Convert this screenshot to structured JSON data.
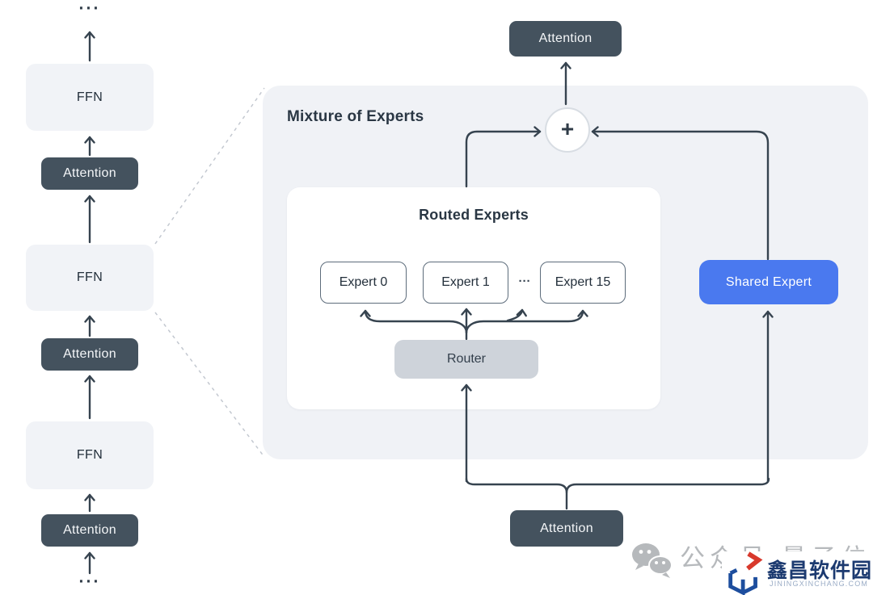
{
  "left_stack": {
    "ellipsis_top": "···",
    "ellipsis_bottom": "···",
    "blocks": [
      {
        "label": "FFN"
      },
      {
        "label": "Attention"
      },
      {
        "label": "FFN"
      },
      {
        "label": "Attention"
      },
      {
        "label": "FFN"
      },
      {
        "label": "Attention"
      }
    ]
  },
  "moe": {
    "title": "Mixture of Experts",
    "attention_top_label": "Attention",
    "attention_bottom_label": "Attention",
    "plus_label": "+",
    "routed": {
      "title": "Routed Experts",
      "expert_labels": [
        "Expert 0",
        "Expert 1",
        "Expert 15"
      ],
      "ellipsis": "···",
      "router_label": "Router"
    },
    "shared_expert_label": "Shared Expert"
  },
  "watermark": {
    "wechat_icon": "wechat-logo",
    "text": "公众号 量子位",
    "logo_icon": "3d-box-logo",
    "logo_text": "鑫昌软件园",
    "logo_subtext": "JININGXINCHANG.COM"
  },
  "colors": {
    "attention_box": "#44525E",
    "ffn_box": "#F1F3F7",
    "panel": "#F0F2F6",
    "routed_box": "#FFFFFF",
    "expert_border": "#5D6C7B",
    "router_box": "#CED3DA",
    "shared_expert": "#4A79EF",
    "line": "#36434F",
    "dashed_line": "#C3C8D0",
    "watermark_gray": "#B6B9BC",
    "logo_blue": "#1C3A70",
    "logo_red": "#D8392C"
  }
}
